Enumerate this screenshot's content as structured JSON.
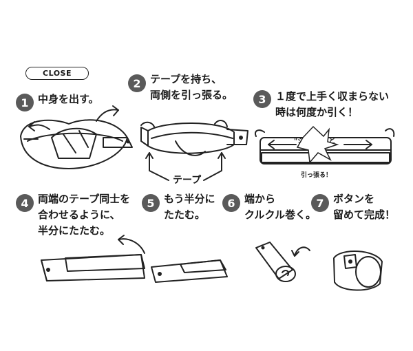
{
  "close_label": "CLOSE",
  "steps": [
    {
      "num": "1",
      "text": "中身を出す。"
    },
    {
      "num": "2",
      "line1": "テープを持ち、",
      "line2": "両側を引っ張る。"
    },
    {
      "num": "3",
      "line1": "１度で上手く収まらない",
      "line2": "時は何度か引く！"
    },
    {
      "num": "4",
      "line1": "両端のテープ同士を",
      "line2": "合わせるように、",
      "line3": "半分にたたむ。"
    },
    {
      "num": "5",
      "line1": "もう半分に",
      "line2": "たたむ。"
    },
    {
      "num": "6",
      "line1": "端から",
      "line2": "クルクル巻く。"
    },
    {
      "num": "7",
      "line1": "ボタンを",
      "line2": "留めて完成！"
    }
  ],
  "labels": {
    "tape": "テープ",
    "shupatto": "\"シュパッ\"と",
    "pull": "引っ張る！"
  }
}
